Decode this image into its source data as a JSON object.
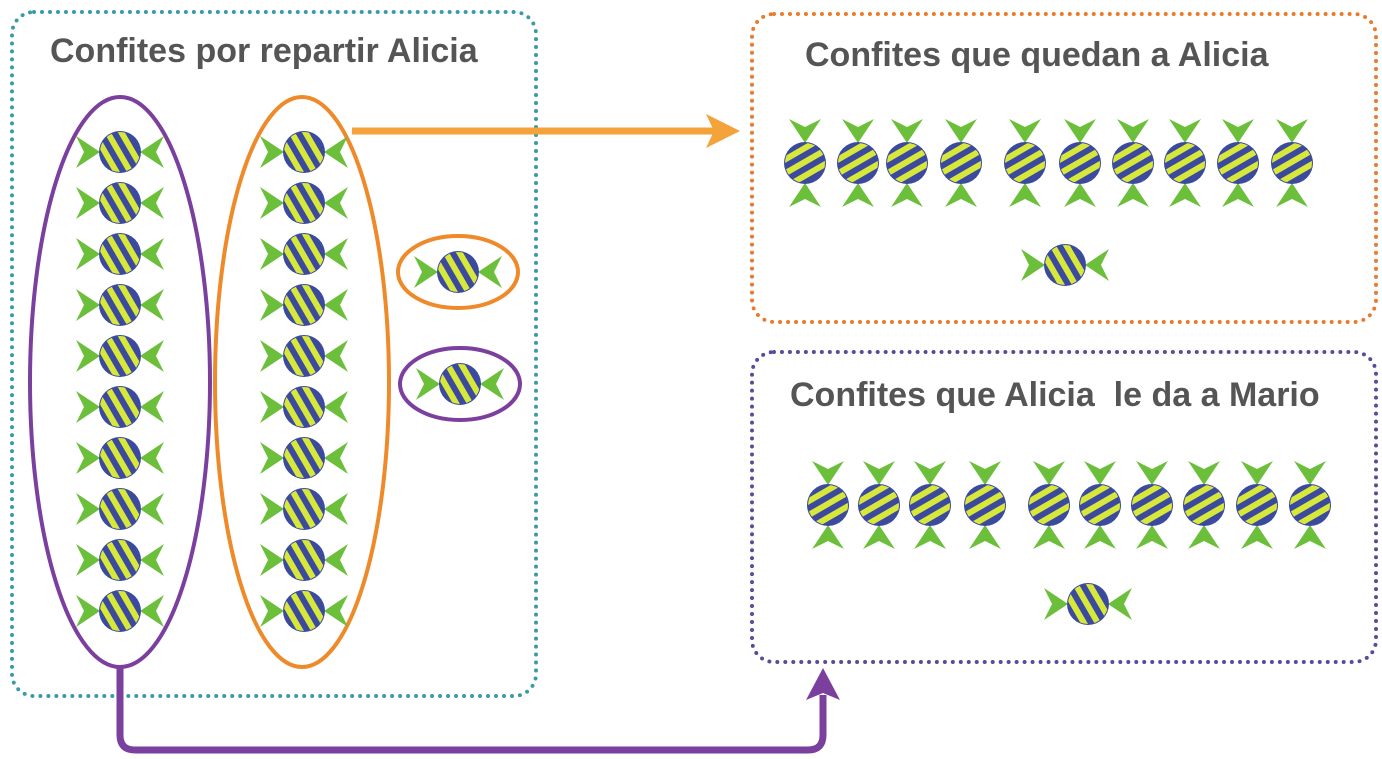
{
  "panels": {
    "source": {
      "title": "Confites por repartir Alicia",
      "groups": [
        {
          "name": "group-for-mario",
          "candy_count": 10,
          "color": "#7b3f9e"
        },
        {
          "name": "group-for-alicia",
          "candy_count": 10,
          "color": "#ee8a2a"
        },
        {
          "name": "extra-for-alicia",
          "candy_count": 1,
          "color": "#ee8a2a"
        },
        {
          "name": "extra-for-mario",
          "candy_count": 1,
          "color": "#7b3f9e"
        }
      ],
      "border_color": "#3a9aa8"
    },
    "remaining": {
      "title": "Confites que quedan a Alicia",
      "candy_count": 11,
      "border_color": "#ea7a2c"
    },
    "given": {
      "title": "Confites que Alicia  le da a Mario",
      "candy_count": 11,
      "border_color": "#5b4a9a"
    }
  },
  "arrows": [
    {
      "name": "arrow-to-remaining",
      "color": "#f4a23a"
    },
    {
      "name": "arrow-to-given",
      "color": "#7b3f9e"
    }
  ],
  "candy": {
    "icon": "striped-candy-icon",
    "wrapper_color": "#6cbf3a",
    "stripe_colors": [
      "#3b4a9e",
      "#d8e83a"
    ]
  }
}
